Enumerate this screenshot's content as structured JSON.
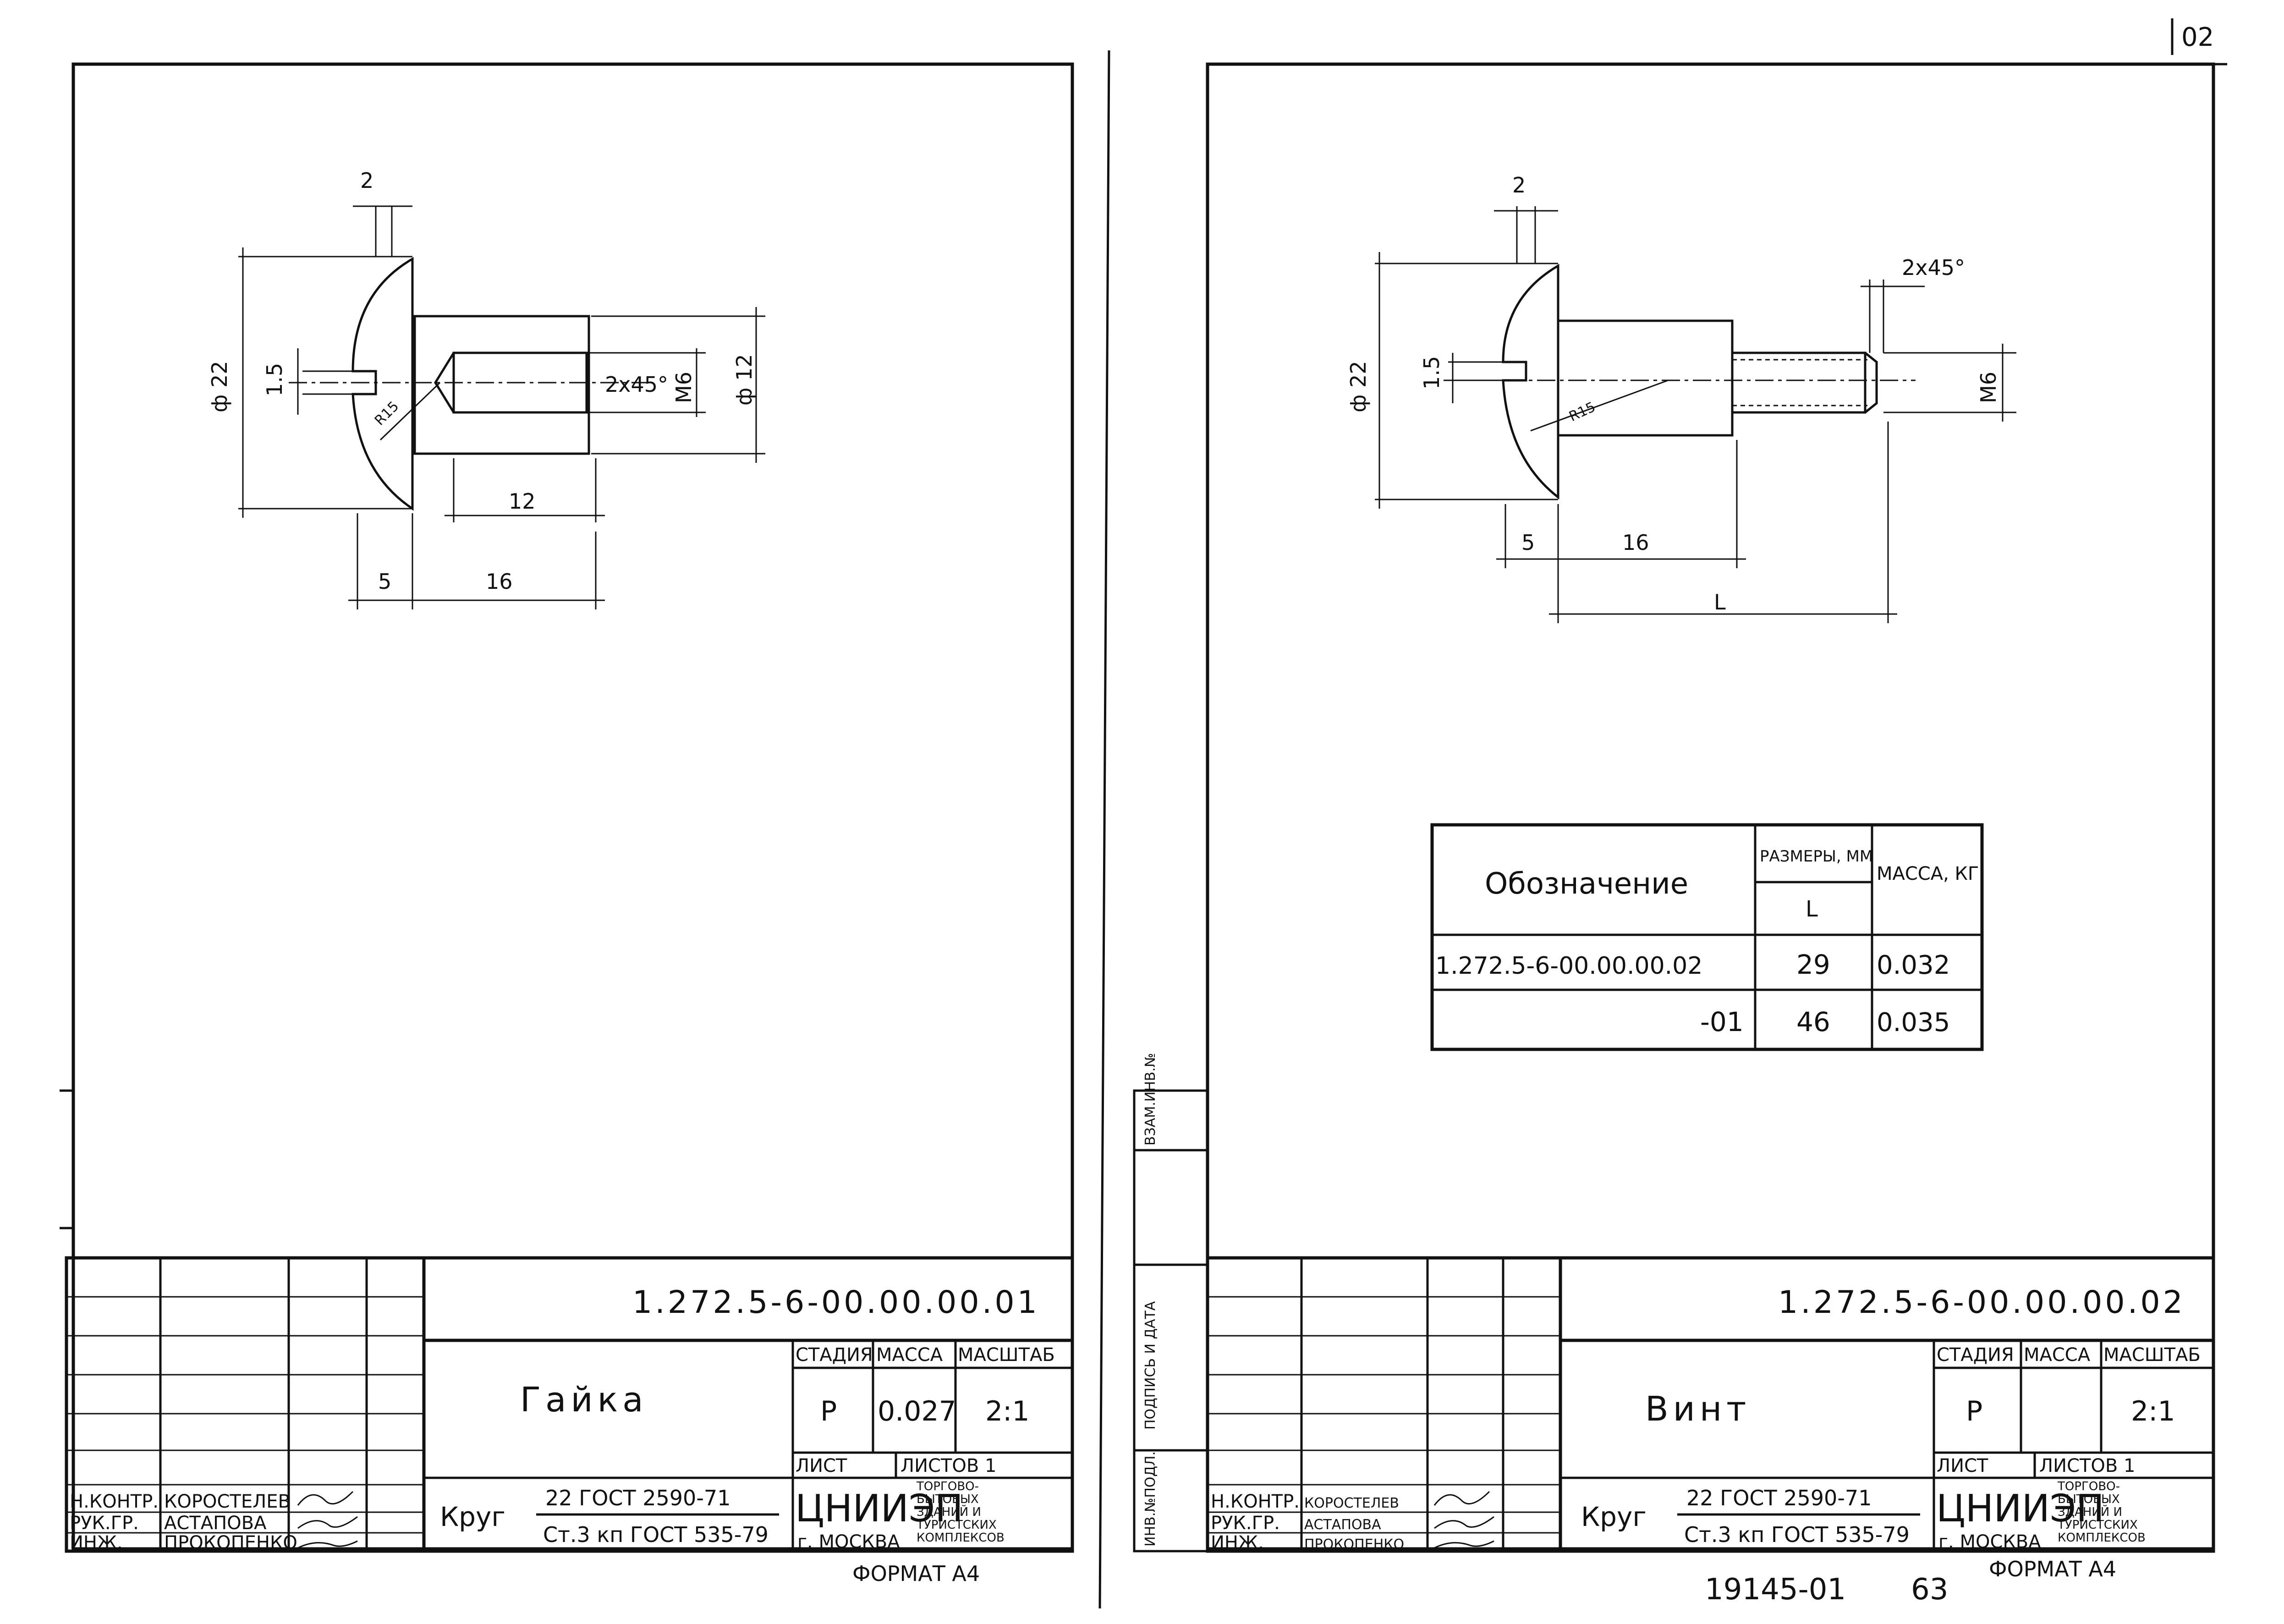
{
  "corner_mark": "02",
  "left_sheet": {
    "dims": {
      "top": "2",
      "dia_head": "ф 22",
      "slot": "1.5",
      "radius": "R15",
      "chamfer": "2х45°",
      "thread": "М6",
      "dia_body": "ф 12",
      "inner_len": "12",
      "head_len": "5",
      "body_len": "16"
    },
    "designation": "1.272.5-6-00.00.00.01",
    "name": "Гайка",
    "stage_hdr": "СТАДИЯ",
    "mass_hdr": "МАССА",
    "scale_hdr": "МАСШТАБ",
    "stage": "Р",
    "mass": "0.027",
    "scale": "2:1",
    "sheet_hdr": "ЛИСТ",
    "sheets_hdr": "ЛИСТОВ 1",
    "material_a": "Круг",
    "material_b": "22 ГОСТ 2590-71",
    "material_c": "Ст.3 кп ГОСТ 535-79",
    "org": "ЦНИИЭП",
    "org_desc": [
      "ТОРГОВО-",
      "БЫТОВЫХ",
      "ЗДАНИЙ И",
      "ТУРИСТСКИХ",
      "КОМПЛЕКСОВ"
    ],
    "city": "г. МОСКВА",
    "roles": [
      "Н.КОНТР.",
      "РУК.ГР.",
      "ИНЖ."
    ],
    "persons": [
      "КОРОСТЕЛЕВ",
      "АСТАПОВА",
      "ПРОКОПЕНКО"
    ],
    "format": "ФОРМАТ А4"
  },
  "right_sheet": {
    "dims": {
      "top": "2",
      "chamfer": "2х45°",
      "dia_head": "ф 22",
      "slot": "1.5",
      "radius": "R15",
      "thread": "М6",
      "head_len": "5",
      "body_len": "16",
      "total_len": "L"
    },
    "table": {
      "col_designation": "Обозначение",
      "col_sizes": "РАЗМЕРЫ, ММ",
      "col_L": "L",
      "col_mass": "МАССА, КГ",
      "rows": [
        {
          "designation": "1.272.5-6-00.00.00.02",
          "L": "29",
          "mass": "0.032"
        },
        {
          "designation": "-01",
          "L": "46",
          "mass": "0.035"
        }
      ]
    },
    "side_stamp": [
      "ИНВ.№ПОДЛ.",
      "ПОДПИСЬ И ДАТА",
      "ВЗАМ.ИНВ.№"
    ],
    "designation": "1.272.5-6-00.00.00.02",
    "name": "Винт",
    "stage_hdr": "СТАДИЯ",
    "mass_hdr": "МАССА",
    "scale_hdr": "МАСШТАБ",
    "stage": "Р",
    "mass": "",
    "scale": "2:1",
    "sheet_hdr": "ЛИСТ",
    "sheets_hdr": "ЛИСТОВ 1",
    "material_a": "Круг",
    "material_b": "22 ГОСТ 2590-71",
    "material_c": "Ст.3 кп ГОСТ 535-79",
    "org": "ЦНИИЭП",
    "org_desc": [
      "ТОРГОВО-",
      "БЫТОВЫХ",
      "ЗДАНИЙ И",
      "ТУРИСТСКИХ",
      "КОМПЛЕКСОВ"
    ],
    "city": "г. МОСКВА",
    "roles": [
      "Н.КОНТР.",
      "РУК.ГР.",
      "ИНЖ."
    ],
    "persons": [
      "КОРОСТЕЛЕВ",
      "АСТАПОВА",
      "ПРОКОПЕНКО"
    ],
    "format": "ФОРМАТ А4"
  },
  "footer": {
    "archive_no": "19145-01",
    "page_no": "63"
  }
}
